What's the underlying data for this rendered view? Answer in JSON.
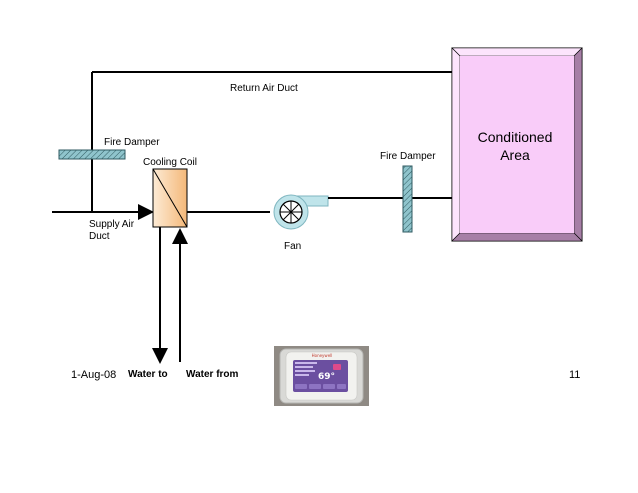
{
  "diagram": {
    "return_air_duct_label": "Return Air Duct",
    "fire_damper_left_label": "Fire Damper",
    "fire_damper_right_label": "Fire Damper",
    "cooling_coil_label": "Cooling Coil",
    "supply_air_duct_label_line1": "Supply Air",
    "supply_air_duct_label_line2": "Duct",
    "fan_label": "Fan",
    "conditioned_area_line1": "Conditioned",
    "conditioned_area_line2": "Area",
    "water_to_label": "Water to",
    "water_from_label": "Water from"
  },
  "thermostat": {
    "brand": "Honeywell",
    "temperature": "69°"
  },
  "footer": {
    "date": "1-Aug-08",
    "page_number": "11"
  },
  "colors": {
    "conditioned_area_fill": "#f9ccf9",
    "conditioned_area_border": "#8a6a8a",
    "damper_fill": "#8fc4cc",
    "fan_fill": "#bfe4ea",
    "coil_fill": "#fbd6a8",
    "thermostat_screen": "#6b4fa0"
  }
}
